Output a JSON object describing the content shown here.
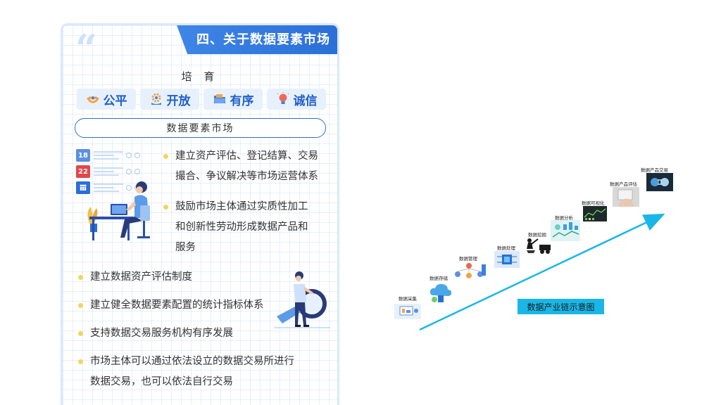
{
  "card": {
    "title": "四、关于数据要素市场",
    "cultivate": "培 育",
    "pills": [
      {
        "label": "公平",
        "icon": "handshake-icon"
      },
      {
        "label": "开放",
        "icon": "gear-hand-icon"
      },
      {
        "label": "有序",
        "icon": "folder-icon"
      },
      {
        "label": "诚信",
        "icon": "lightbulb-icon"
      }
    ],
    "market_bar": "数据要素市场",
    "calendar_numbers": [
      "18",
      "22"
    ],
    "bullets": [
      {
        "line1": "建立资产评估、登记结算、交易",
        "line2": "撮合、争议解决等市场运营体系"
      },
      {
        "line1": "鼓励市场主体通过实质性加工",
        "line2": "和创新性劳动形成数据产品和",
        "line3": "服务"
      },
      {
        "line1": "建立数据资产评估制度"
      },
      {
        "line1": "建立健全数据要素配置的统计指标体系"
      },
      {
        "line1": "支持数据交易服务机构有序发展"
      },
      {
        "line1": "市场主体可以通过依法设立的数据交易所进行",
        "line2": "数据交易，也可以依法自行交易"
      }
    ]
  },
  "diagram": {
    "steps": [
      {
        "label": "数据采集",
        "icon": "data-collect-icon"
      },
      {
        "label": "数据存储",
        "icon": "cloud-storage-icon"
      },
      {
        "label": "数据管理",
        "icon": "people-network-icon"
      },
      {
        "label": "数据处理",
        "icon": "processor-icon"
      },
      {
        "label": "数据挖掘",
        "icon": "mining-icon"
      },
      {
        "label": "数据分析",
        "icon": "analysis-icon"
      },
      {
        "label": "数据可视化",
        "icon": "visualization-icon"
      },
      {
        "label": "数据产品评估",
        "icon": "evaluation-icon"
      },
      {
        "label": "数据产品交易",
        "icon": "trade-icon"
      }
    ],
    "caption": "数据产业链示意图",
    "accent": "#19b7e8"
  }
}
